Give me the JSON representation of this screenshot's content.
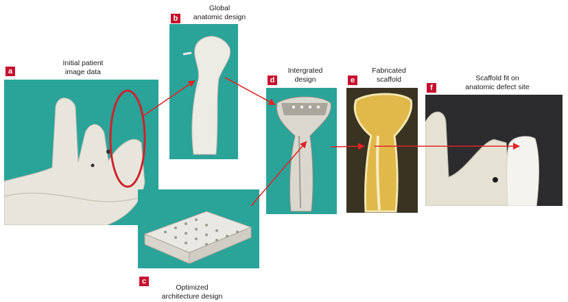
{
  "steps": [
    {
      "id": "a",
      "badge": "a",
      "lines": [
        "Initial patient",
        "image data"
      ]
    },
    {
      "id": "b",
      "badge": "b",
      "lines": [
        "Global",
        "anatomic design"
      ]
    },
    {
      "id": "c",
      "badge": "c",
      "lines": [
        "Optimized",
        "architecture design"
      ]
    },
    {
      "id": "d",
      "badge": "d",
      "lines": [
        "Intergrated",
        "design"
      ]
    },
    {
      "id": "e",
      "badge": "e",
      "lines": [
        "Fabricated",
        "scaffold"
      ]
    },
    {
      "id": "f",
      "badge": "f",
      "lines": [
        "Scaffold fit on",
        "anatomic defect site"
      ]
    }
  ],
  "colors": {
    "teal_panel": "#2aa399",
    "badge_red": "#c8102e",
    "arrow_red": "#e02424",
    "bone": "#e8e6dc",
    "scaffold_yellow": "#e0b94a",
    "dark_bg": "#2c2c2e"
  }
}
